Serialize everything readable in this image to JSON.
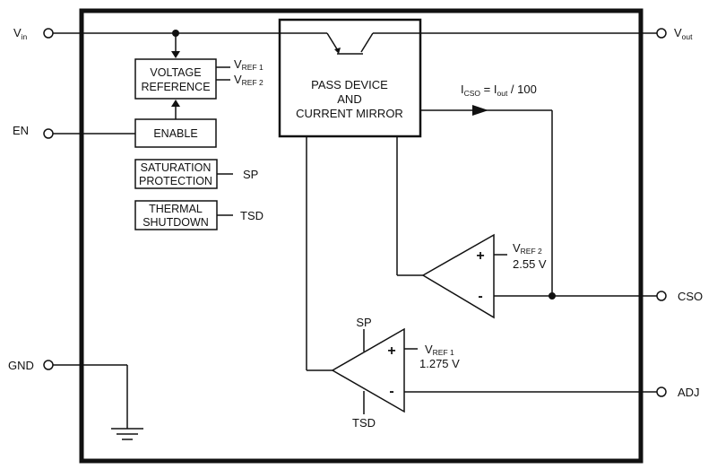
{
  "pins": {
    "vin": {
      "main": "V",
      "sub": "in"
    },
    "vout": {
      "main": "V",
      "sub": "out"
    },
    "en": "EN",
    "gnd": "GND",
    "cso": "CSO",
    "adj": "ADJ"
  },
  "blocks": {
    "voltage_reference": [
      "VOLTAGE",
      "REFERENCE"
    ],
    "enable": "ENABLE",
    "saturation_protection": [
      "SATURATION",
      "PROTECTION"
    ],
    "thermal_shutdown": [
      "THERMAL",
      "SHUTDOWN"
    ],
    "pass_device": [
      "PASS DEVICE",
      "AND",
      "CURRENT MIRROR"
    ]
  },
  "signals": {
    "vref1": {
      "main": "V",
      "sub": "REF 1"
    },
    "vref2": {
      "main": "V",
      "sub": "REF 2"
    },
    "sp": "SP",
    "tsd": "TSD"
  },
  "current_label": {
    "i1": "I",
    "s1": "CSO",
    "mid": " = I",
    "s2": "out",
    "end": " / 100"
  },
  "amp_upper": {
    "plus": "+",
    "minus": "-",
    "ref": {
      "main": "V",
      "sub": "REF 2"
    },
    "value": "2.55 V"
  },
  "amp_lower": {
    "plus": "+",
    "minus": "-",
    "ref": {
      "main": "V",
      "sub": "REF 1"
    },
    "value": "1.275 V",
    "top_label": "SP",
    "bottom_label": "TSD"
  }
}
